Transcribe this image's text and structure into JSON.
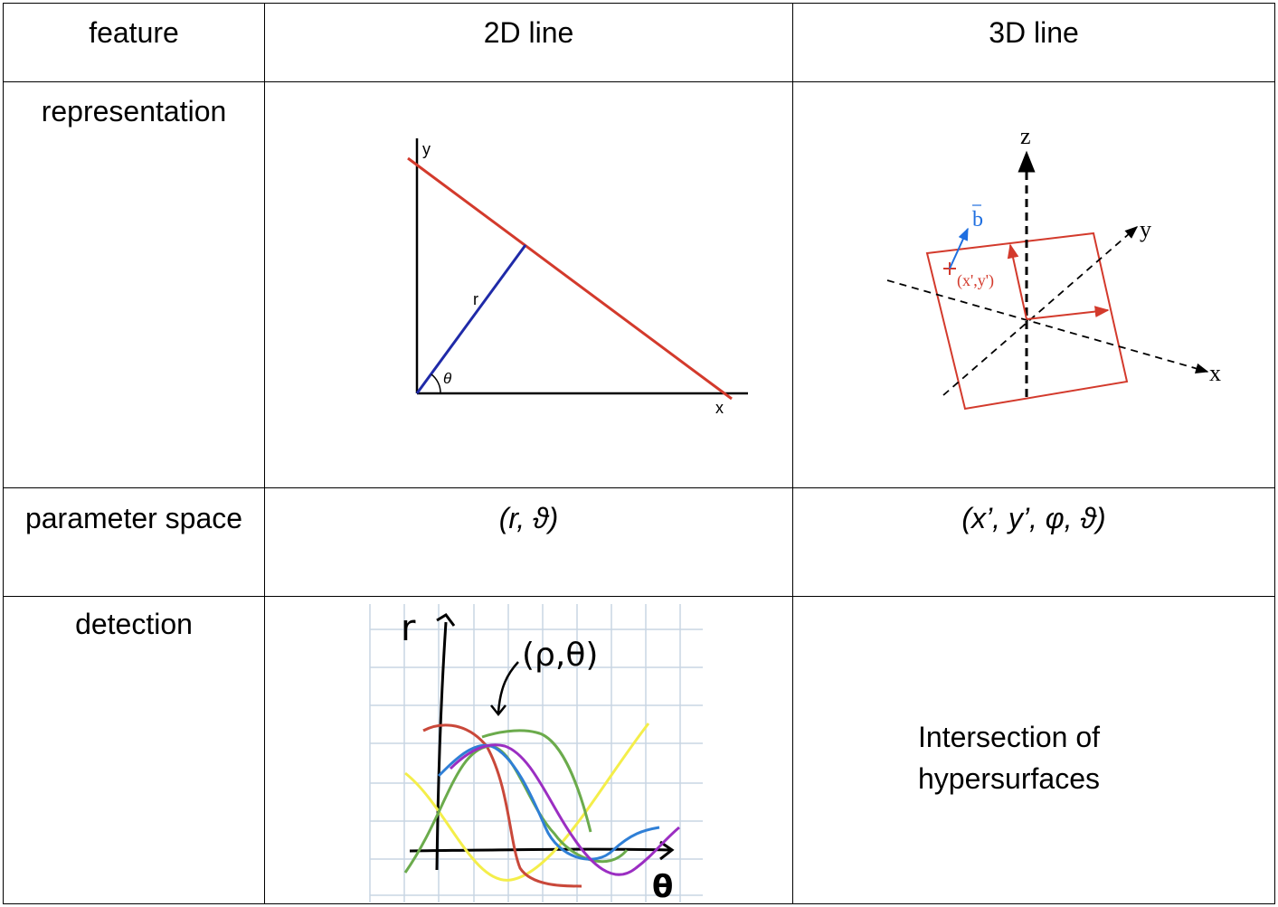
{
  "table": {
    "header": {
      "feature": "feature",
      "line2d": "2D line",
      "line3d": "3D line"
    },
    "rows": [
      {
        "feature": "representation"
      },
      {
        "feature": "parameter space",
        "line2d": "(r, ϑ)",
        "line3d": "(x’, y’, φ, ϑ)"
      },
      {
        "feature": "detection",
        "line3d": "Intersection of\nhypersurfaces"
      }
    ]
  },
  "fig2d": {
    "y_label": "y",
    "x_label": "x",
    "r_label": "r",
    "theta_label": "θ"
  },
  "fig3d": {
    "z_label": "z",
    "y_label": "y",
    "x_label": "x",
    "b_label": "b",
    "point_label": "(x',y')"
  },
  "sketch": {
    "r_label": "r",
    "theta_label": "θ",
    "peak_label": "(ρ,θ)"
  },
  "colors": {
    "red": "#d33a2c",
    "blue": "#1f2aa8",
    "link_blue": "#1f6fe0",
    "yellow": "#f4ee4a",
    "green": "#6bab4c",
    "purple": "#9b2ec2",
    "sketch_red": "#c9483a",
    "sketch_blue": "#2f7fd6",
    "grid": "#c9d6e3"
  }
}
